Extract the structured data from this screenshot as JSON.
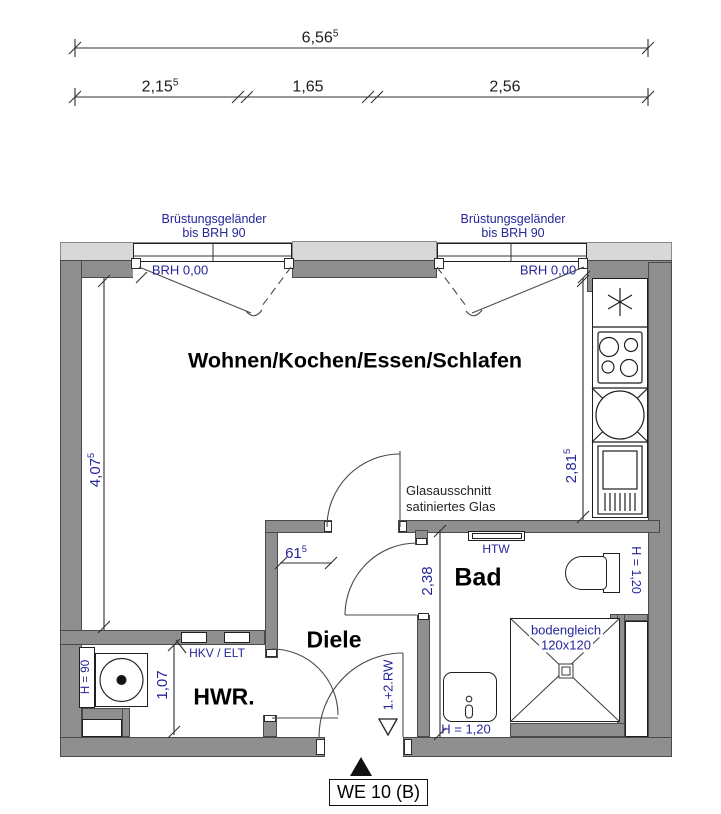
{
  "colors": {
    "wall_fill": "#8f8f8f",
    "outer_skin": "#d8d8d8",
    "annotation_blue": "#26269a",
    "ink": "#1c1c1c"
  },
  "dims": {
    "total": {
      "v": "6,56",
      "sup": "5"
    },
    "seg_left": {
      "v": "2,15",
      "sup": "5"
    },
    "seg_mid": {
      "v": "1,65",
      "sup": ""
    },
    "seg_right": {
      "v": "2,56",
      "sup": ""
    },
    "living_height": {
      "v": "4,07",
      "sup": "5"
    },
    "kitchen": {
      "v": "2,81",
      "sup": "5"
    },
    "bath": {
      "v": "2,38",
      "sup": ""
    },
    "utility": {
      "v": "1,07",
      "sup": ""
    },
    "door": {
      "v": "61",
      "sup": "5"
    }
  },
  "rooms": {
    "living": "Wohnen/Kochen/Essen/Schlafen",
    "bath": "Bad",
    "hall": "Diele",
    "utility": "HWR."
  },
  "annotations": {
    "railing_line1": "Brüstungsgeländer",
    "railing_line2": "bis BRH 90",
    "brh_left": "BRH 0,00",
    "brh_right": "BRH 0,00",
    "glass_line1": "Glasausschnitt",
    "glass_line2": "satiniertes Glas",
    "towel_radiator": "HTW",
    "hkv": "HKV / ELT",
    "h90": "H = 90",
    "h120_wall": "H = 1,20",
    "h120_floor": "H = 1,20",
    "shower_line1": "bodengleich",
    "shower_line2": "120x120",
    "escape_route": "1.+2.RW"
  },
  "title_block": {
    "unit_label": "WE 10 (B)"
  }
}
